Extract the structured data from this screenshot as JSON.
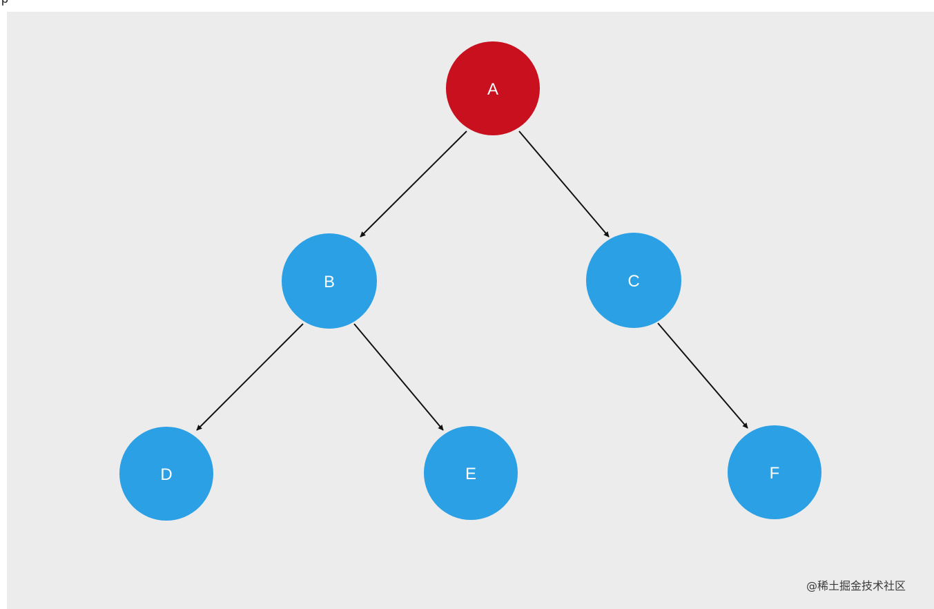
{
  "top_fragment": "p",
  "colors": {
    "background": "#ececec",
    "root_node": "#c8101e",
    "child_node": "#2ba0e4",
    "edge": "#111111",
    "label": "#ffffff"
  },
  "nodes": [
    {
      "id": "A",
      "label": "A",
      "role": "root"
    },
    {
      "id": "B",
      "label": "B",
      "role": "child"
    },
    {
      "id": "C",
      "label": "C",
      "role": "child"
    },
    {
      "id": "D",
      "label": "D",
      "role": "child"
    },
    {
      "id": "E",
      "label": "E",
      "role": "child"
    },
    {
      "id": "F",
      "label": "F",
      "role": "child"
    }
  ],
  "edges": [
    {
      "from": "A",
      "to": "B"
    },
    {
      "from": "A",
      "to": "C"
    },
    {
      "from": "B",
      "to": "D"
    },
    {
      "from": "B",
      "to": "E"
    },
    {
      "from": "C",
      "to": "F"
    }
  ],
  "watermark": "@稀土掘金技术社区"
}
